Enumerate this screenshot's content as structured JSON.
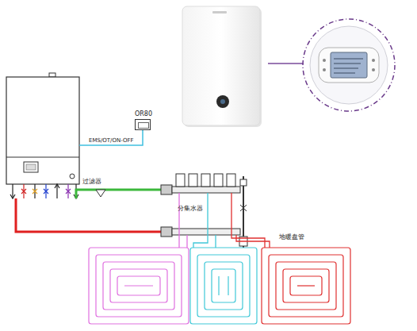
{
  "diagram": {
    "nodes": [
      {
        "text": [
          "OR80"
        ]
      }
    ],
    "labels": [
      "EMS/OT/ON-OFF",
      "过滤器",
      "分集水器",
      "地暖盘管"
    ]
  }
}
